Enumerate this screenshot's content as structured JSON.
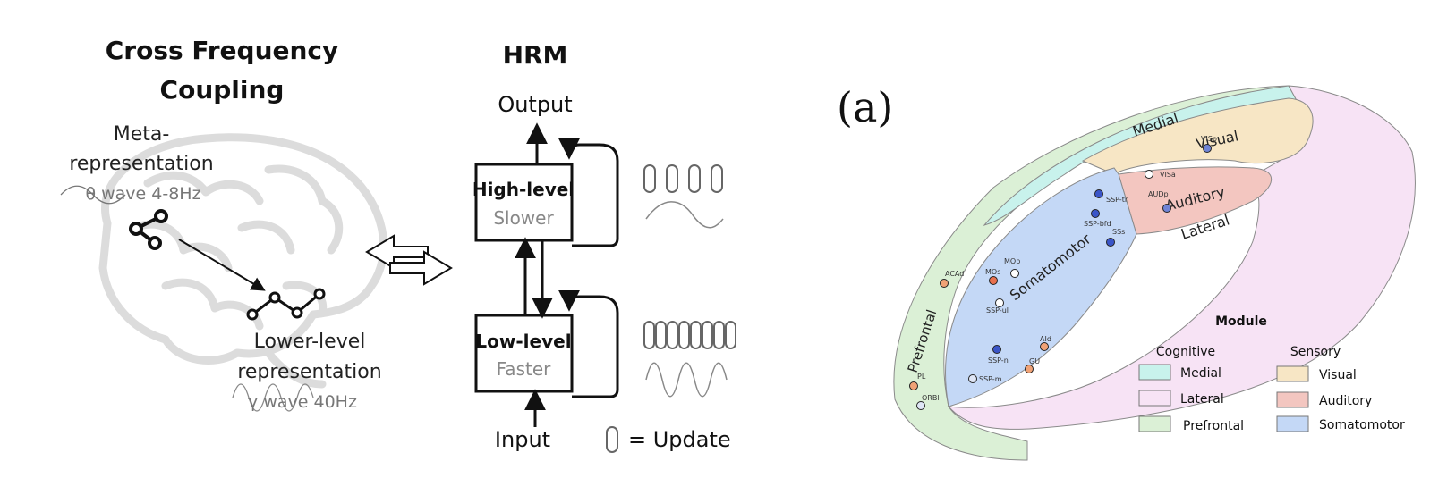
{
  "cfc": {
    "title_line1": "Cross Frequency",
    "title_line2": "Coupling",
    "meta_line1": "Meta-",
    "meta_line2": "representation",
    "theta_label": "θ wave 4-8Hz",
    "lower_line1": "Lower-level",
    "lower_line2": "representation",
    "gamma_label": "γ wave 40Hz"
  },
  "hrm": {
    "title": "HRM",
    "output_label": "Output",
    "high_title": "High-level",
    "high_sub": "Slower",
    "low_title": "Low-level",
    "low_sub": "Faster",
    "input_label": "Input",
    "legend_text": "= Update"
  },
  "brainmap": {
    "panel_label": "(a)",
    "region_labels": {
      "medial": "Medial",
      "visual": "Visual",
      "auditory": "Auditory",
      "lateral": "Lateral",
      "somatomotor": "Somatomotor",
      "prefrontal": "Prefrontal"
    },
    "nodes": [
      {
        "label": "VISp",
        "color": "#6f84d6"
      },
      {
        "label": "VISa",
        "color": "#ffffff"
      },
      {
        "label": "AUDp",
        "color": "#6f84d6"
      },
      {
        "label": "SSP-tr",
        "color": "#3a55c8"
      },
      {
        "label": "SSP-bfd",
        "color": "#3a55c8"
      },
      {
        "label": "SSs",
        "color": "#3a55c8"
      },
      {
        "label": "MOp",
        "color": "#ffffff"
      },
      {
        "label": "MOs",
        "color": "#e8704e"
      },
      {
        "label": "ACAd",
        "color": "#f0a276"
      },
      {
        "label": "SSP-ul",
        "color": "#ffffff"
      },
      {
        "label": "SSP-n",
        "color": "#3a55c8"
      },
      {
        "label": "SSP-m",
        "color": "#dfe6f6"
      },
      {
        "label": "AId",
        "color": "#f0a276"
      },
      {
        "label": "GU",
        "color": "#f0a276"
      },
      {
        "label": "PL",
        "color": "#f0a276"
      },
      {
        "label": "ORBl",
        "color": "#dfe6f6"
      }
    ],
    "legend": {
      "title": "Module",
      "col1_header": "Cognitive",
      "col2_header": "Sensory",
      "items": [
        {
          "label": "Medial",
          "color": "#c8f2ec"
        },
        {
          "label": "Visual",
          "color": "#f7e6c5"
        },
        {
          "label": "Lateral",
          "color": "#f7e3f5"
        },
        {
          "label": "Auditory",
          "color": "#f3c6c0"
        },
        {
          "label": "Prefrontal",
          "color": "#dbf0d6"
        },
        {
          "label": "Somatomotor",
          "color": "#c4d8f6"
        }
      ]
    }
  }
}
